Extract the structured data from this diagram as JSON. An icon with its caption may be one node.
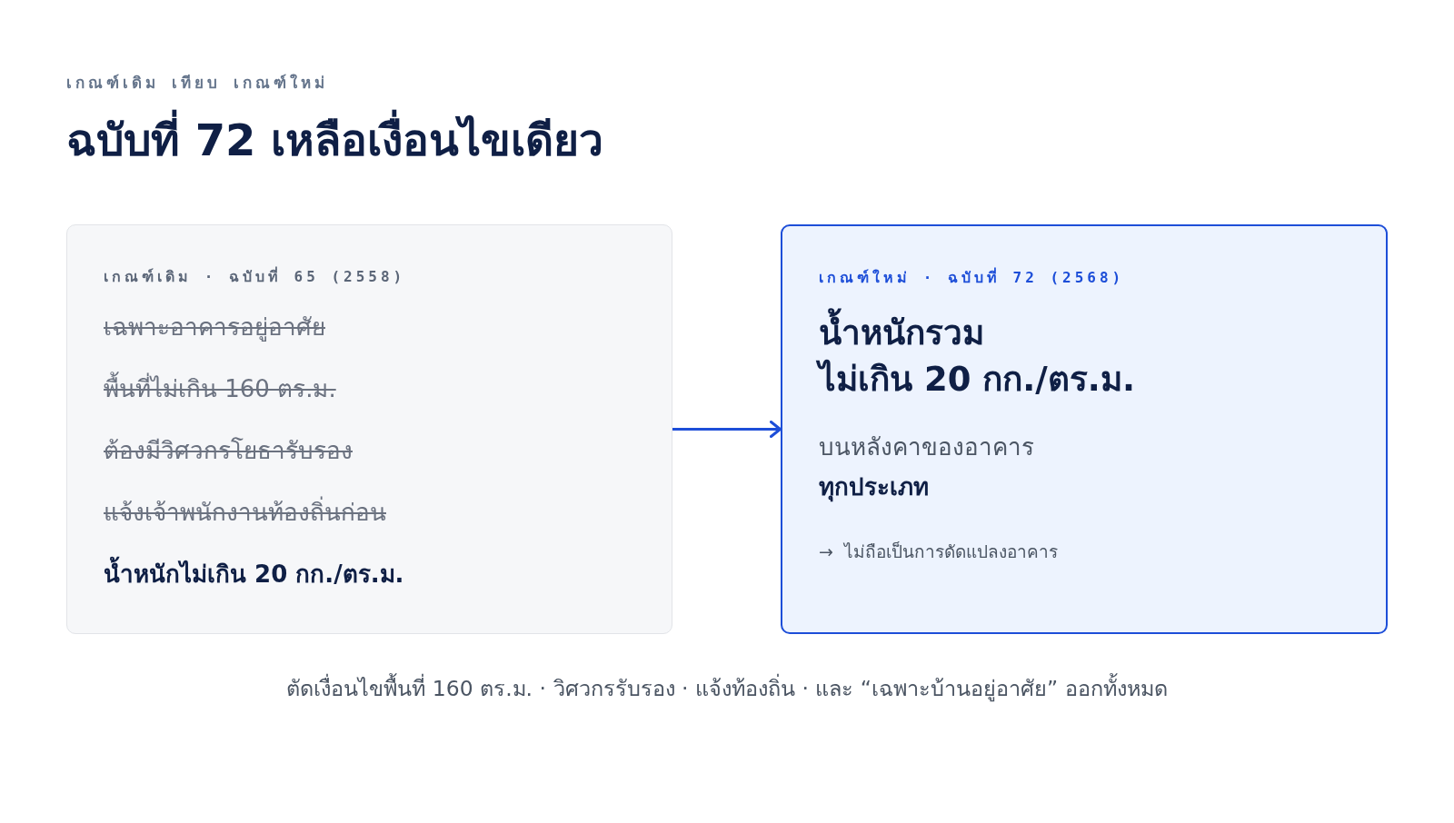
{
  "diagram": {
    "title": "ฉบับที่ 72 เหลือเงื่อนไขเดียว",
    "caption": "ตัดเงื่อนไขพื้นที่ 160 ตร.ม. · วิศวกรรับรอง · แจ้งท้องถิ่น · และ “เฉพาะบ้านอยู่อาศัย” ออกทั้งหมด",
    "nodes": [
      {
        "text": [
          "เกณฑ์เดิม · ฉบับที่ 65 (2558)",
          "เฉพาะอาคารอยู่อาศัย",
          "พื้นที่ไม่เกิน 160 ตร.ม.",
          "ต้องมีวิศวกรโยธารับรอง",
          "แจ้งเจ้าพนักงานท้องถิ่นก่อน",
          "น้ำหนักไม่เกิน 20 กก./ตร.ม."
        ]
      },
      {
        "text": [
          "เกณฑ์ใหม่ · ฉบับที่ 72 (2568)",
          "น้ำหนักรวม ไม่เกิน 20 กก./ตร.ม.",
          "บนหลังคาของอาคาร",
          "ทุกประเภท",
          "→ ไม่ถือเป็นการดัดแปลงอาคาร"
        ]
      }
    ],
    "edges": [
      {
        "from": 0,
        "to": 1,
        "arrow": "to"
      }
    ],
    "labels": [
      "เกณฑ์เดิม เทียบ เกณฑ์ใหม่"
    ]
  }
}
